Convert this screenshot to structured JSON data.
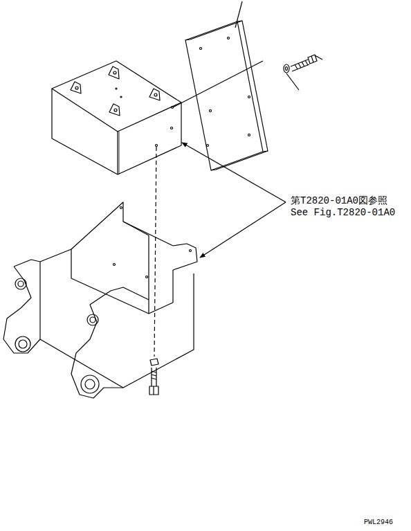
{
  "diagram": {
    "labels": [
      "第T2820-01A0図参照",
      "See Fig.T2820-01A0",
      "PWL2946"
    ]
  }
}
